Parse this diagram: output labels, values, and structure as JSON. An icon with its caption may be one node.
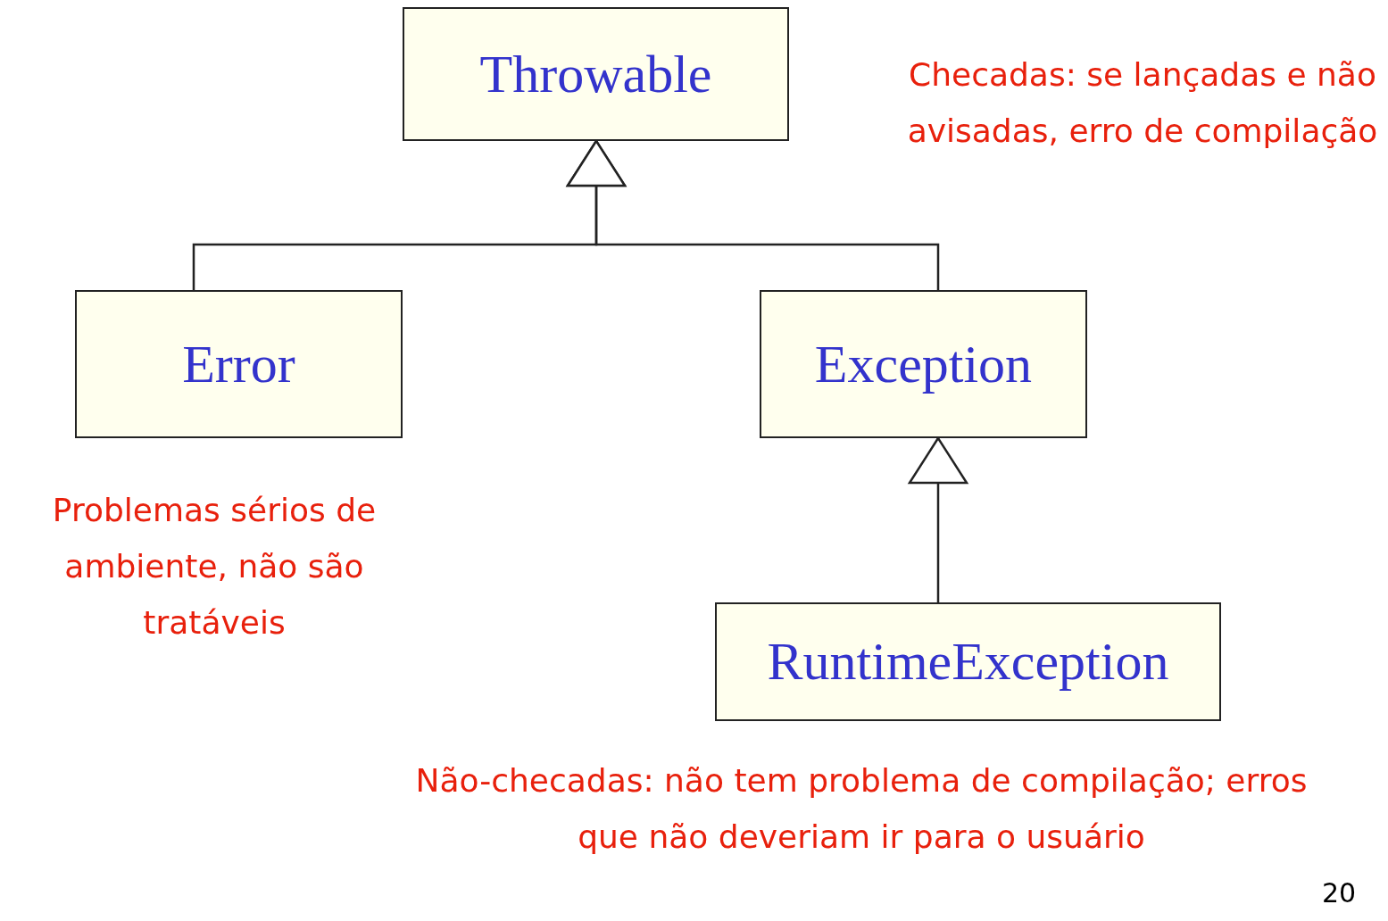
{
  "diagram": {
    "nodes": [
      {
        "text": [
          "Throwable"
        ]
      },
      {
        "text": [
          "Error"
        ]
      },
      {
        "text": [
          "Exception"
        ]
      },
      {
        "text": [
          "RuntimeException"
        ]
      }
    ],
    "edges": [
      {
        "from": 1,
        "to": 0,
        "arrow": "to"
      },
      {
        "from": 2,
        "to": 0,
        "arrow": "to"
      },
      {
        "from": 3,
        "to": 2,
        "arrow": "to"
      }
    ],
    "labels": [
      "Checadas: se lançadas e não avisadas, erro de compilação",
      "Problemas sérios de ambiente, não são tratáveis",
      "Não-checadas: não tem problema de compilação; erros que não deveriam ir para o usuário",
      "20"
    ]
  }
}
